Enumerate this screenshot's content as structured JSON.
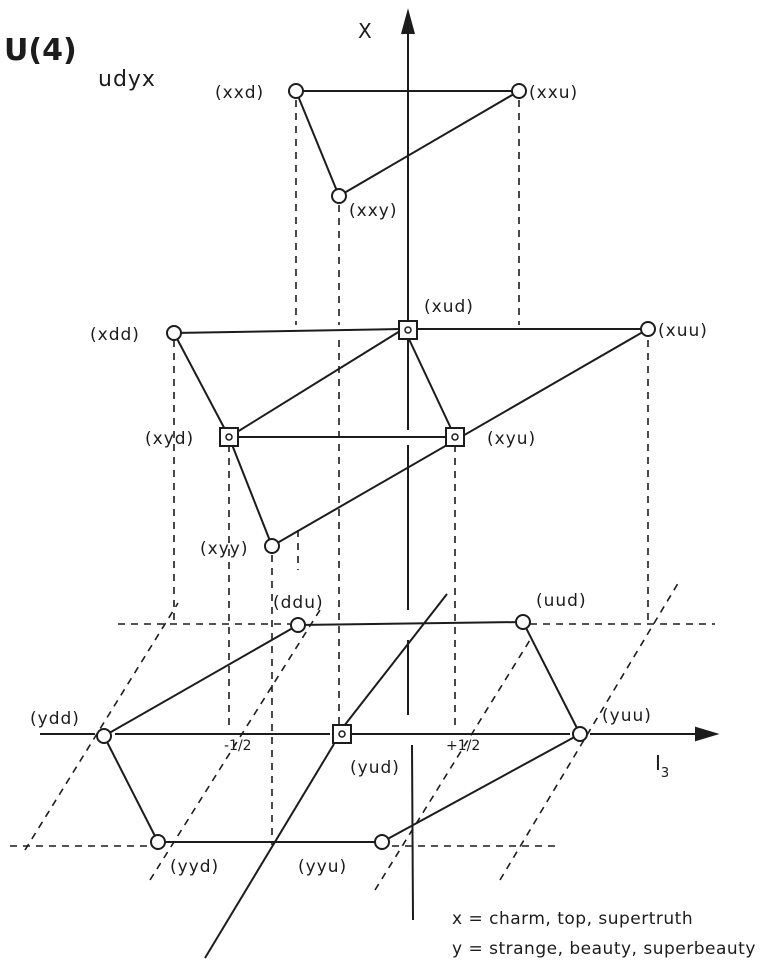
{
  "diagram": {
    "title_main": "U(4)",
    "title_sub": "udyx",
    "axis_x_label": "X",
    "axis_i3_label": "I",
    "axis_i3_subscript": "3",
    "tick_minus": "-1/2",
    "tick_plus": "+1/2",
    "legend_x": "x = charm, top,  supertruth",
    "legend_y": "y = strange, beauty, superbeauty",
    "states": {
      "xxd": "(xxd)",
      "xxu": "(xxu)",
      "xxy": "(xxy)",
      "xud": "(xud)",
      "xdd": "(xdd)",
      "xuu": "(xuu)",
      "xyd": "(xyd)",
      "xyu": "(xyu)",
      "xyy": "(xyy)",
      "ddu": "(ddu)",
      "uud": "(uud)",
      "ydd": "(ydd)",
      "yud": "(yud)",
      "yuu": "(yuu)",
      "yyd": "(yyd)",
      "yyu": "(yyu)"
    }
  }
}
